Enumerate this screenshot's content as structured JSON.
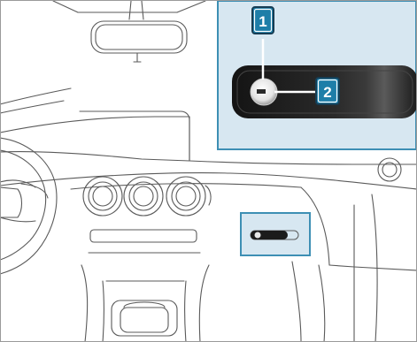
{
  "callouts": [
    {
      "number": "1"
    },
    {
      "number": "2"
    }
  ],
  "colors": {
    "highlight_fill": "#d7e7f1",
    "highlight_stroke": "#3d8fb4",
    "callout_fill": "#1e7ea8",
    "callout_border": "#163d54",
    "line_art": "#5a5a5a",
    "switch_body": "#1b1b1b"
  },
  "icons": [
    "glovebox-detail-inset",
    "glovebox-highlight",
    "dashboard-line-art"
  ]
}
